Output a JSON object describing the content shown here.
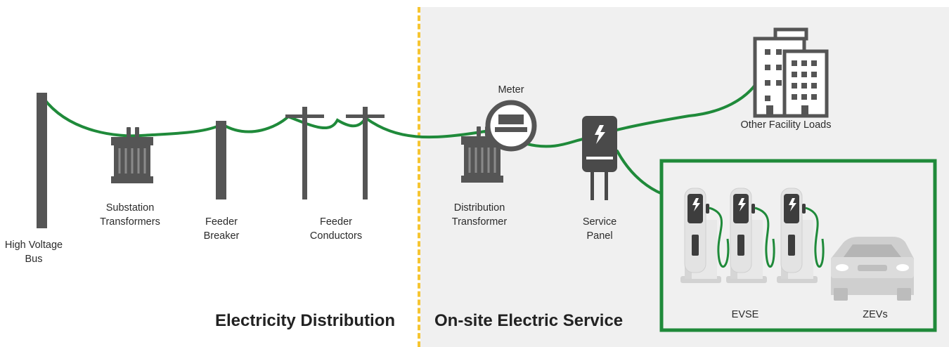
{
  "labels": {
    "high_voltage_bus": "High Voltage\nBus",
    "substation_transformers": "Substation\nTransformers",
    "feeder_breaker": "Feeder\nBreaker",
    "feeder_conductors": "Feeder\nConductors",
    "meter": "Meter",
    "distribution_transformer": "Distribution\nTransformer",
    "service_panel": "Service\nPanel",
    "other_facility_loads": "Other Facility Loads",
    "evse": "EVSE",
    "zevs": "ZEVs"
  },
  "sections": {
    "left": "Electricity Distribution",
    "right": "On-site Electric Service"
  },
  "colors": {
    "wire": "#1f8a3a",
    "equipment": "#555555",
    "divider": "#f6c531",
    "onsite_background": "#f0f0f0",
    "ev_box": "#1f8a3a"
  },
  "icons": [
    "bus-pole",
    "transformer",
    "breaker",
    "utility-pole",
    "meter",
    "service-panel",
    "building",
    "ev-charger",
    "car"
  ]
}
